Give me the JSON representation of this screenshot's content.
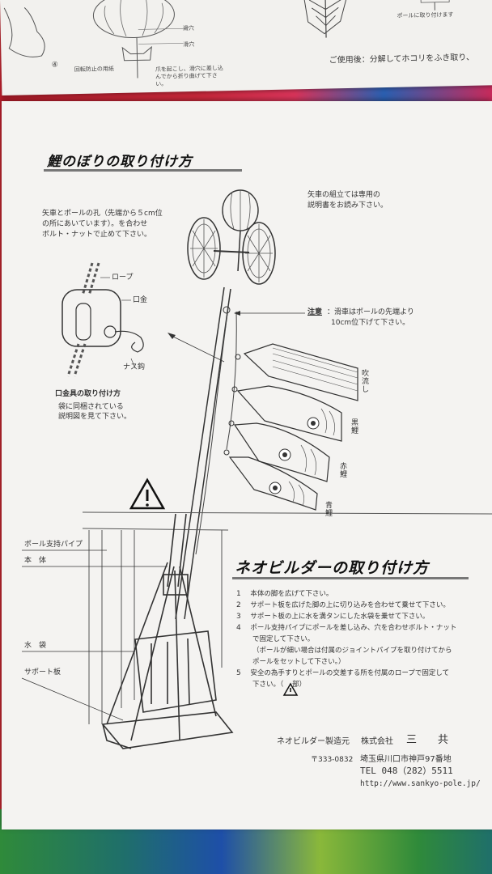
{
  "previous_sheet": {
    "step_circle": "④",
    "label_hole": "滑穴",
    "label_kaiten": "回転防止の用紙",
    "label_note": "爪を起こし、滑穴に差し込んでから折り曲げて下さい。",
    "pole_label": "ポールに取り付けます",
    "after_use": "ご使用後：分解してホコリをふき取り、"
  },
  "koinobori": {
    "title": "鯉のぼりの取り付け方",
    "yaguruma_note": [
      "矢車の組立ては専用の",
      "説明書をお読み下さい。"
    ],
    "hole_note": [
      "矢車とポールの孔（先端から５cm位",
      "の所にあいています）。を合わせ",
      "ボルト・ナットで止めて下さい。"
    ],
    "rope": "ロープ",
    "kuchigane": "口金",
    "nasukan": "ナス鈎",
    "kuchigane_title": "口金具の取り付け方",
    "kuchigane_note": [
      "袋に同梱されている",
      "説明図を見て下さい。"
    ],
    "caution_label": "注意",
    "caution_text": [
      "：滑車はポールの先端より",
      "10cm位下げて下さい。"
    ],
    "fukinagashi": "吹流し",
    "magoi": "黒鯉",
    "higoi": "赤鯉",
    "aogoi": "青鯉"
  },
  "neobuilder": {
    "title": "ネオビルダーの取り付け方",
    "labels": {
      "pole_pipe": "ポール支持パイプ",
      "body": "本　体",
      "water_bag": "水　袋",
      "support_board": "サポート板"
    },
    "steps": [
      {
        "num": "1",
        "lines": [
          "本体の脚を広げて下さい。"
        ]
      },
      {
        "num": "2",
        "lines": [
          "サポート板を広げた脚の上に切り込みを合わせて乗せて下さい。"
        ]
      },
      {
        "num": "3",
        "lines": [
          "サポート板の上に水を満タンにした水袋を乗せて下さい。"
        ]
      },
      {
        "num": "4",
        "lines": [
          "ポール支持パイプにポールを差し込み、穴を合わせボルト・ナット",
          "で固定して下さい。",
          "（ポールが細い場合は付属のジョイントパイプを取り付けてから",
          "ポールをセットして下さい。）"
        ]
      },
      {
        "num": "5",
        "lines": [
          "安全の為手すりとポールの交差する所を付属のロープで固定して",
          "下さい。（",
          "部）"
        ]
      }
    ]
  },
  "maker": {
    "label": "ネオビルダー製造元",
    "company_prefix": "株式会社",
    "company_name": "三　　共",
    "postal": "〒333-0832",
    "address": "埼玉県川口市神戸97番地",
    "tel": "TEL 048（282）5511",
    "url": "http://www.sankyo-pole.jp/"
  },
  "colors": {
    "cloth_red": "#b8242e",
    "paper": "#f4f3f1",
    "ink": "#222222"
  }
}
